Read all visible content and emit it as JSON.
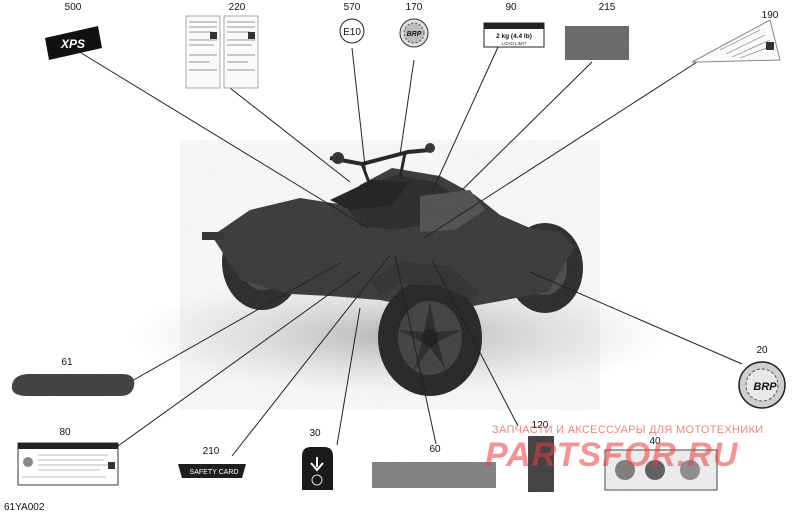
{
  "diagram_code": "61YA002",
  "callouts": [
    {
      "id": "500",
      "label": "500"
    },
    {
      "id": "220",
      "label": "220"
    },
    {
      "id": "570",
      "label": "570"
    },
    {
      "id": "170",
      "label": "170"
    },
    {
      "id": "90",
      "label": "90"
    },
    {
      "id": "215",
      "label": "215"
    },
    {
      "id": "190",
      "label": "190"
    },
    {
      "id": "61",
      "label": "61"
    },
    {
      "id": "20",
      "label": "20"
    },
    {
      "id": "80",
      "label": "80"
    },
    {
      "id": "210",
      "label": "210"
    },
    {
      "id": "30",
      "label": "30"
    },
    {
      "id": "60",
      "label": "60"
    },
    {
      "id": "120",
      "label": "120"
    },
    {
      "id": "40",
      "label": "40"
    }
  ],
  "decal_text": {
    "xps": "XPS",
    "e10": "E10",
    "brp": "BRP",
    "safety_card": "SAFETY CARD",
    "load_limit": "2 kg (4.4 lb)",
    "load_limit_caption": "LOAD LIMIT"
  },
  "watermark": {
    "line": "ЗАПЧАСТИ И АКСЕССУАРЫ ДЛЯ МОТОТЕХНИКИ",
    "brand": "PARTSFOR.RU"
  },
  "colors": {
    "ink": "#111111",
    "watermark": "#ee3b3b"
  }
}
